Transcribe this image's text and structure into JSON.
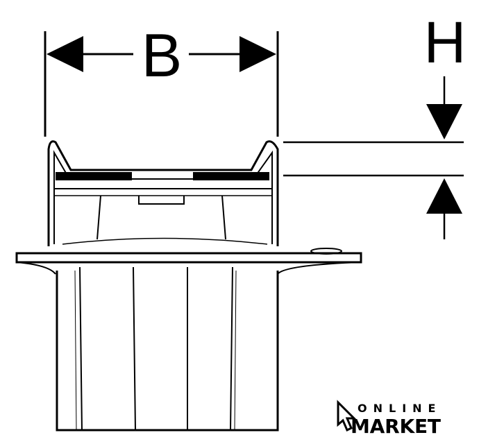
{
  "dimensions": {
    "width_label": "B",
    "height_label": "H"
  },
  "logo": {
    "line1": "ONLINE",
    "line2": "MARKET"
  }
}
